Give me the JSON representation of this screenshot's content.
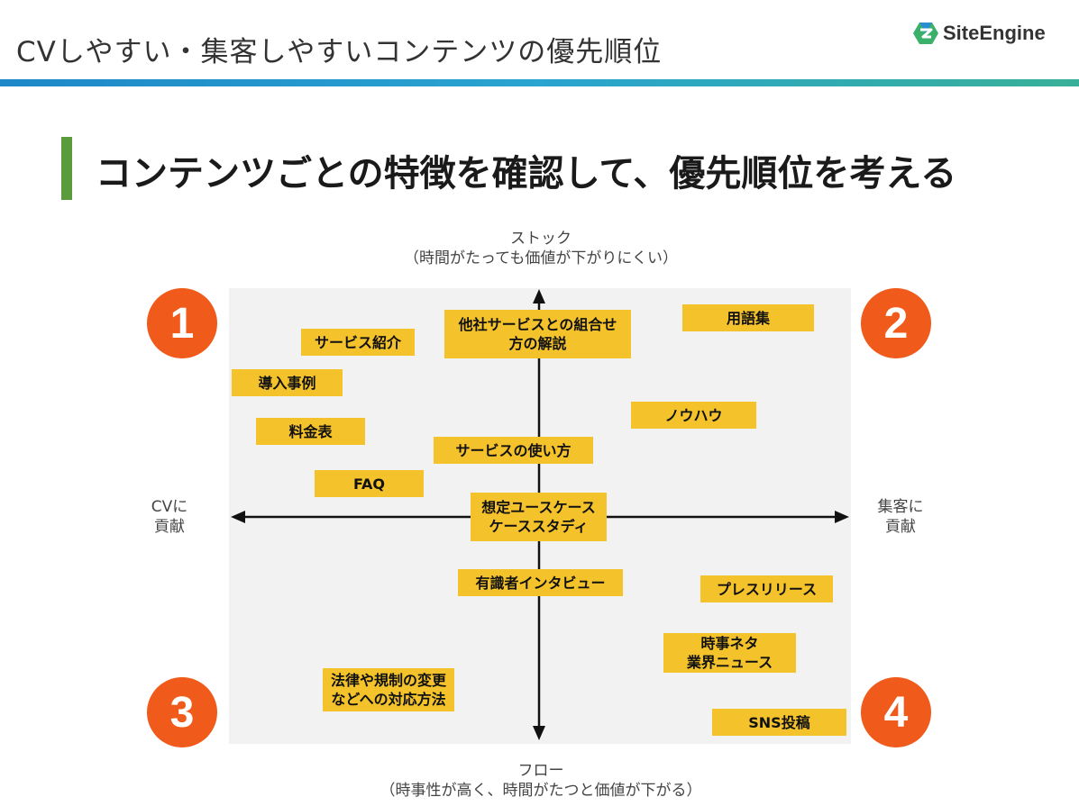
{
  "header": {
    "title": "CVしやすい・集客しやすいコンテンツの優先順位",
    "logo": "SiteEngine"
  },
  "colors": {
    "accent_orange": "#f05a1a",
    "item_yellow": "#f4c22b",
    "accent_green": "#5a9b3e",
    "bar_blue": "#1e88c8"
  },
  "section": {
    "title": "コンテンツごとの特徴を確認して、優先順位を考える"
  },
  "axes": {
    "top_label": "ストック",
    "top_sub": "（時間がたっても価値が下がりにくい）",
    "bottom_label": "フロー",
    "bottom_sub": "（時事性が高く、時間がたつと価値が下がる）",
    "left_line1": "CVに",
    "left_line2": "貢献",
    "right_line1": "集客に",
    "right_line2": "貢献"
  },
  "quadrants": [
    "1",
    "2",
    "3",
    "4"
  ],
  "items": {
    "service_intro": "サービス紹介",
    "partner_combo_1": "他社サービスとの組合せ",
    "partner_combo_2": "方の解説",
    "glossary": "用語集",
    "case_studies": "導入事例",
    "pricing": "料金表",
    "knowhow": "ノウハウ",
    "how_to_use": "サービスの使い方",
    "faq": "FAQ",
    "usecase_1": "想定ユースケース",
    "usecase_2": "ケーススタディ",
    "expert_interview": "有識者インタビュー",
    "press_release": "プレスリリース",
    "news_1": "時事ネタ",
    "news_2": "業界ニュース",
    "law_1": "法律や規制の変更",
    "law_2": "などへの対応方法",
    "sns": "SNS投稿"
  }
}
